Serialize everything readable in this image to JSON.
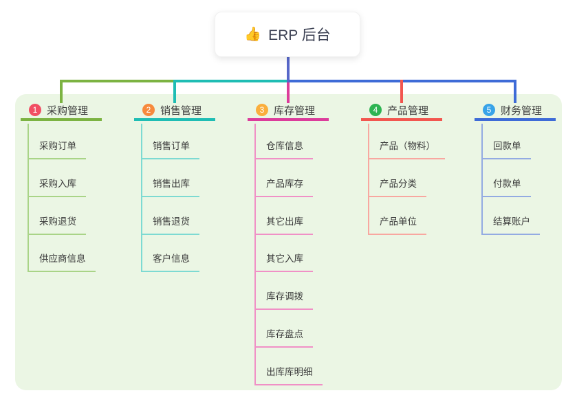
{
  "root": {
    "icon": "👍",
    "label": "ERP 后台"
  },
  "connector_color": "#5767C9",
  "panel_color": "#EBF6E4",
  "branches": [
    {
      "num": "1",
      "label": "采购管理",
      "color": "#7CB342",
      "light_color": "#A9D487",
      "badge_color": "#F14E63",
      "children": [
        "采购订单",
        "采购入库",
        "采购退货",
        "供应商信息"
      ]
    },
    {
      "num": "2",
      "label": "销售管理",
      "color": "#1FBDB4",
      "light_color": "#7DDAD2",
      "badge_color": "#F78A3D",
      "children": [
        "销售订单",
        "销售出库",
        "销售退货",
        "客户信息"
      ]
    },
    {
      "num": "3",
      "label": "库存管理",
      "color": "#DC3C9B",
      "light_color": "#F090C6",
      "badge_color": "#FAAE3D",
      "children": [
        "仓库信息",
        "产品库存",
        "其它出库",
        "其它入库",
        "库存调拨",
        "库存盘点",
        "出库库明细"
      ]
    },
    {
      "num": "4",
      "label": "产品管理",
      "color": "#F2564F",
      "light_color": "#F8A7A0",
      "badge_color": "#2DB452",
      "children": [
        "产品（物料）",
        "产品分类",
        "产品单位"
      ]
    },
    {
      "num": "5",
      "label": "财务管理",
      "color": "#3E6BD7",
      "light_color": "#93ABE2",
      "badge_color": "#38A3E8",
      "children": [
        "回款单",
        "付款单",
        "结算账户"
      ]
    }
  ]
}
